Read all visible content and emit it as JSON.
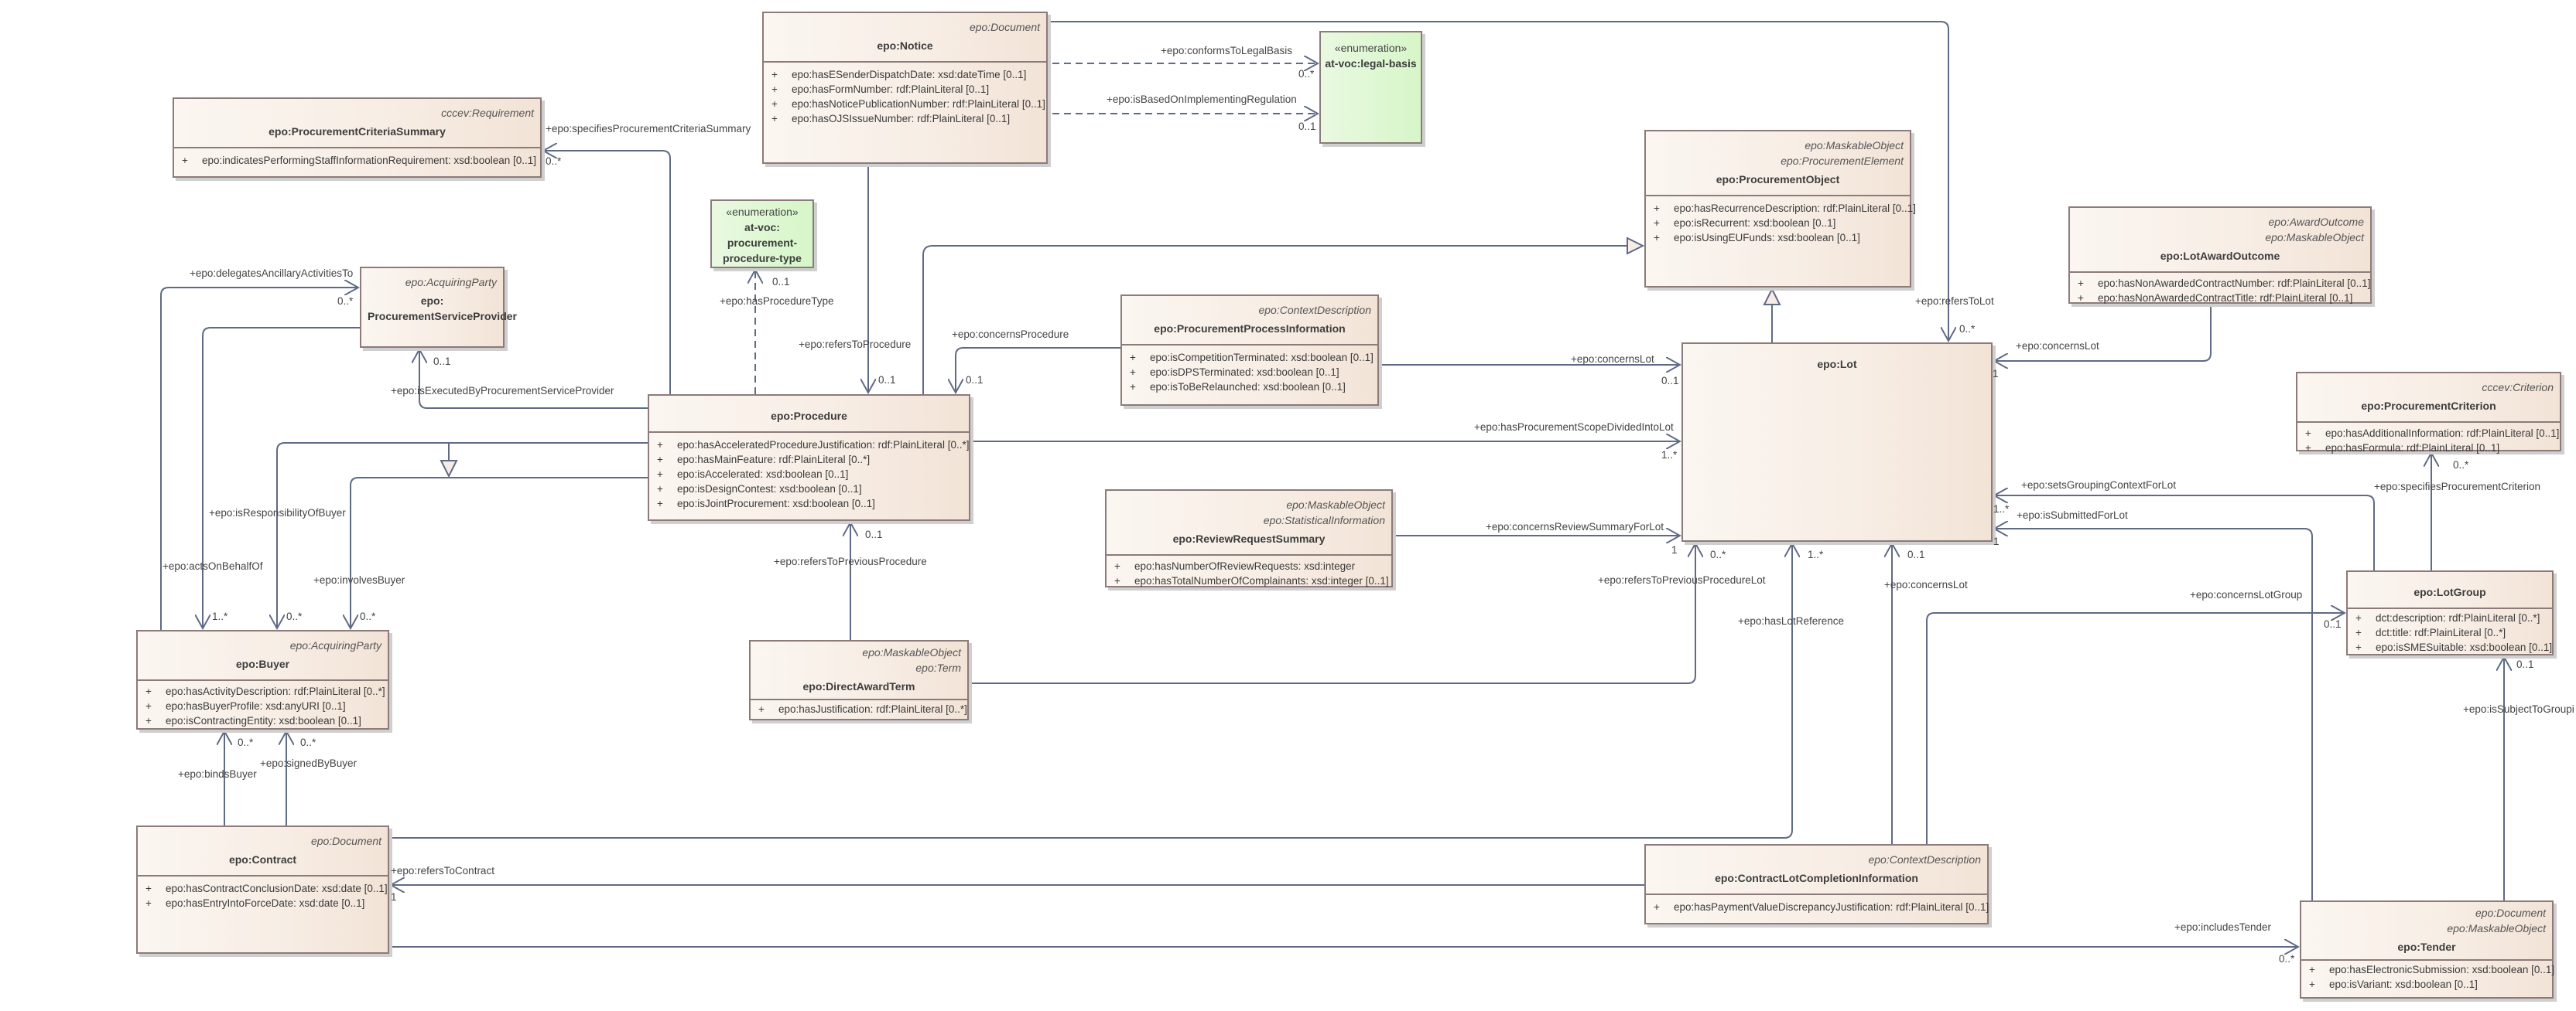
{
  "diagram": {
    "classes": {
      "notice": {
        "stereotypes": [
          "epo:Document"
        ],
        "name": "epo:Notice",
        "attributes": [
          {
            "vis": "+",
            "text": "epo:hasESenderDispatchDate: xsd:dateTime [0..1]"
          },
          {
            "vis": "+",
            "text": "epo:hasFormNumber: rdf:PlainLiteral [0..1]"
          },
          {
            "vis": "+",
            "text": "epo:hasNoticePublicationNumber: rdf:PlainLiteral [0..1]"
          },
          {
            "vis": "+",
            "text": "epo:hasOJSIssueNumber: rdf:PlainLiteral [0..1]"
          }
        ]
      },
      "legal_basis": {
        "keyword": "«enumeration»",
        "name": "at-voc:legal-basis"
      },
      "procedure_type": {
        "keyword": "«enumeration»",
        "name_lines": [
          "at-voc:",
          "procurement-",
          "procedure-type"
        ]
      },
      "procurement_criteria_summary": {
        "stereotypes": [
          "cccev:Requirement"
        ],
        "name": "epo:ProcurementCriteriaSummary",
        "attributes": [
          {
            "vis": "+",
            "text": "epo:indicatesPerformingStaffInformationRequirement: xsd:boolean [0..1]"
          }
        ]
      },
      "procurement_service_provider": {
        "stereotypes": [
          "epo:AcquiringParty"
        ],
        "name_lines": [
          "epo:",
          "ProcurementServiceProvider"
        ]
      },
      "procurement_object": {
        "stereotypes": [
          "epo:MaskableObject",
          "epo:ProcurementElement"
        ],
        "name": "epo:ProcurementObject",
        "attributes": [
          {
            "vis": "+",
            "text": "epo:hasRecurrenceDescription: rdf:PlainLiteral [0..1]"
          },
          {
            "vis": "+",
            "text": "epo:isRecurrent: xsd:boolean [0..1]"
          },
          {
            "vis": "+",
            "text": "epo:isUsingEUFunds: xsd:boolean [0..1]"
          }
        ]
      },
      "lot_award_outcome": {
        "stereotypes": [
          "epo:AwardOutcome",
          "epo:MaskableObject"
        ],
        "name": "epo:LotAwardOutcome",
        "attributes": [
          {
            "vis": "+",
            "text": "epo:hasNonAwardedContractNumber: rdf:PlainLiteral [0..1]"
          },
          {
            "vis": "+",
            "text": "epo:hasNonAwardedContractTitle: rdf:PlainLiteral [0..1]"
          }
        ]
      },
      "procurement_process_information": {
        "stereotypes": [
          "epo:ContextDescription"
        ],
        "name": "epo:ProcurementProcessInformation",
        "attributes": [
          {
            "vis": "+",
            "text": "epo:isCompetitionTerminated: xsd:boolean [0..1]"
          },
          {
            "vis": "+",
            "text": "epo:isDPSTerminated: xsd:boolean [0..1]"
          },
          {
            "vis": "+",
            "text": "epo:isToBeRelaunched: xsd:boolean [0..1]"
          }
        ]
      },
      "procedure": {
        "stereotypes": [],
        "name": "epo:Procedure",
        "attributes": [
          {
            "vis": "+",
            "text": "epo:hasAcceleratedProcedureJustification: rdf:PlainLiteral [0..*]"
          },
          {
            "vis": "+",
            "text": "epo:hasMainFeature: rdf:PlainLiteral [0..*]"
          },
          {
            "vis": "+",
            "text": "epo:isAccelerated: xsd:boolean [0..1]"
          },
          {
            "vis": "+",
            "text": "epo:isDesignContest: xsd:boolean [0..1]"
          },
          {
            "vis": "+",
            "text": "epo:isJointProcurement: xsd:boolean [0..1]"
          }
        ]
      },
      "lot": {
        "stereotypes": [],
        "name": "epo:Lot"
      },
      "procurement_criterion": {
        "stereotypes": [
          "cccev:Criterion"
        ],
        "name": "epo:ProcurementCriterion",
        "attributes": [
          {
            "vis": "+",
            "text": "epo:hasAdditionalInformation: rdf:PlainLiteral [0..1]"
          },
          {
            "vis": "+",
            "text": "epo:hasFormula: rdf:PlainLiteral [0..1]"
          }
        ]
      },
      "review_request_summary": {
        "stereotypes": [
          "epo:MaskableObject",
          "epo:StatisticalInformation"
        ],
        "name": "epo:ReviewRequestSummary",
        "attributes": [
          {
            "vis": "+",
            "text": "epo:hasNumberOfReviewRequests: xsd:integer"
          },
          {
            "vis": "+",
            "text": "epo:hasTotalNumberOfComplainants: xsd:integer [0..1]"
          }
        ]
      },
      "lot_group": {
        "stereotypes": [],
        "name": "epo:LotGroup",
        "attributes": [
          {
            "vis": "+",
            "text": "dct:description: rdf:PlainLiteral [0..*]"
          },
          {
            "vis": "+",
            "text": "dct:title: rdf:PlainLiteral [0..*]"
          },
          {
            "vis": "+",
            "text": "epo:isSMESuitable: xsd:boolean [0..1]"
          }
        ]
      },
      "buyer": {
        "stereotypes": [
          "epo:AcquiringParty"
        ],
        "name": "epo:Buyer",
        "attributes": [
          {
            "vis": "+",
            "text": "epo:hasActivityDescription: rdf:PlainLiteral [0..*]"
          },
          {
            "vis": "+",
            "text": "epo:hasBuyerProfile: xsd:anyURI [0..1]"
          },
          {
            "vis": "+",
            "text": "epo:isContractingEntity: xsd:boolean [0..1]"
          }
        ]
      },
      "direct_award_term": {
        "stereotypes": [
          "epo:MaskableObject",
          "epo:Term"
        ],
        "name": "epo:DirectAwardTerm",
        "attributes": [
          {
            "vis": "+",
            "text": "epo:hasJustification: rdf:PlainLiteral [0..*]"
          }
        ]
      },
      "contract": {
        "stereotypes": [
          "epo:Document"
        ],
        "name": "epo:Contract",
        "attributes": [
          {
            "vis": "+",
            "text": "epo:hasContractConclusionDate: xsd:date [0..1]"
          },
          {
            "vis": "+",
            "text": "epo:hasEntryIntoForceDate: xsd:date [0..1]"
          }
        ]
      },
      "contract_lot_completion_information": {
        "stereotypes": [
          "epo:ContextDescription"
        ],
        "name": "epo:ContractLotCompletionInformation",
        "attributes": [
          {
            "vis": "+",
            "text": "epo:hasPaymentValueDiscrepancyJustification: rdf:PlainLiteral [0..1]"
          }
        ]
      },
      "tender": {
        "stereotypes": [
          "epo:Document",
          "epo:MaskableObject"
        ],
        "name": "epo:Tender",
        "attributes": [
          {
            "vis": "+",
            "text": "epo:hasElectronicSubmission: xsd:boolean [0..1]"
          },
          {
            "vis": "+",
            "text": "epo:isVariant: xsd:boolean [0..1]"
          }
        ]
      }
    },
    "associations": {
      "conforms_to_legal_basis": {
        "role": "+epo:conformsToLegalBasis",
        "mult": "0..*"
      },
      "is_based_on_implementing_regulation": {
        "role": "+epo:isBasedOnImplementingRegulation",
        "mult": "0..1"
      },
      "specifies_procurement_criteria_summary": {
        "role": "+epo:specifiesProcurementCriteriaSummary",
        "mult": "0..*"
      },
      "has_procedure_type": {
        "role": "+epo:hasProcedureType",
        "mult": "0..1"
      },
      "delegates_ancillary_activities_to": {
        "role": "+epo:delegatesAncillaryActivitiesTo",
        "mult": "0..*"
      },
      "is_executed_by_psp": {
        "role": "+epo:isExecutedByProcurementServiceProvider",
        "mult": "0..1"
      },
      "refers_to_procedure": {
        "role": "+epo:refersToProcedure",
        "mult": "0..1"
      },
      "concerns_procedure": {
        "role": "+epo:concernsProcedure",
        "mult": "0..1"
      },
      "concerns_lot_ppi": {
        "role": "+epo:concernsLot",
        "mult": "0..1"
      },
      "has_procurement_scope_divided_into_lot": {
        "role": "+epo:hasProcurementScopeDividedIntoLot",
        "mult": "1..*"
      },
      "refers_to_lot": {
        "role": "+epo:refersToLot",
        "mult": "0..*"
      },
      "concerns_lot_outcome": {
        "role": "+epo:concernsLot",
        "mult": "1"
      },
      "is_responsibility_of_buyer": {
        "role": "+epo:isResponsibilityOfBuyer",
        "mult": "0..*"
      },
      "acts_on_behalf_of": {
        "role": "+epo:actsOnBehalfOf",
        "mult": "1..*"
      },
      "involves_buyer": {
        "role": "+epo:involvesBuyer",
        "mult": "0..*"
      },
      "refers_to_previous_procedure": {
        "role": "+epo:refersToPreviousProcedure",
        "mult": "0..1"
      },
      "concerns_review_summary_for_lot": {
        "role": "+epo:concernsReviewSummaryForLot",
        "mult": "1"
      },
      "refers_to_previous_procedure_lot": {
        "role": "+epo:refersToPreviousProcedureLot",
        "mult": "0..*"
      },
      "has_lot_reference": {
        "role": "+epo:hasLotReference",
        "mult": "1..*"
      },
      "concerns_lot_clci": {
        "role": "+epo:concernsLot",
        "mult": "0..1"
      },
      "sets_grouping_context_for_lot": {
        "role": "+epo:setsGroupingContextForLot",
        "mult": "1..*"
      },
      "is_submitted_for_lot": {
        "role": "+epo:isSubmittedForLot",
        "mult": "1"
      },
      "specifies_procurement_criterion": {
        "role": "+epo:specifiesProcurementCriterion",
        "mult": "0..*"
      },
      "concerns_lot_group": {
        "role": "+epo:concernsLotGroup",
        "mult": "0..1"
      },
      "is_subject_to_grouping": {
        "role": "+epo:isSubjectToGroupi",
        "mult": "0..1"
      },
      "binds_buyer": {
        "role": "+epo:bindsBuyer",
        "mult": "0..*"
      },
      "signed_by_buyer": {
        "role": "+epo:signedByBuyer",
        "mult": "0..*"
      },
      "refers_to_contract": {
        "role": "+epo:refersToContract",
        "mult": "1"
      },
      "includes_tender": {
        "role": "+epo:includesTender",
        "mult": "0..*"
      }
    }
  }
}
